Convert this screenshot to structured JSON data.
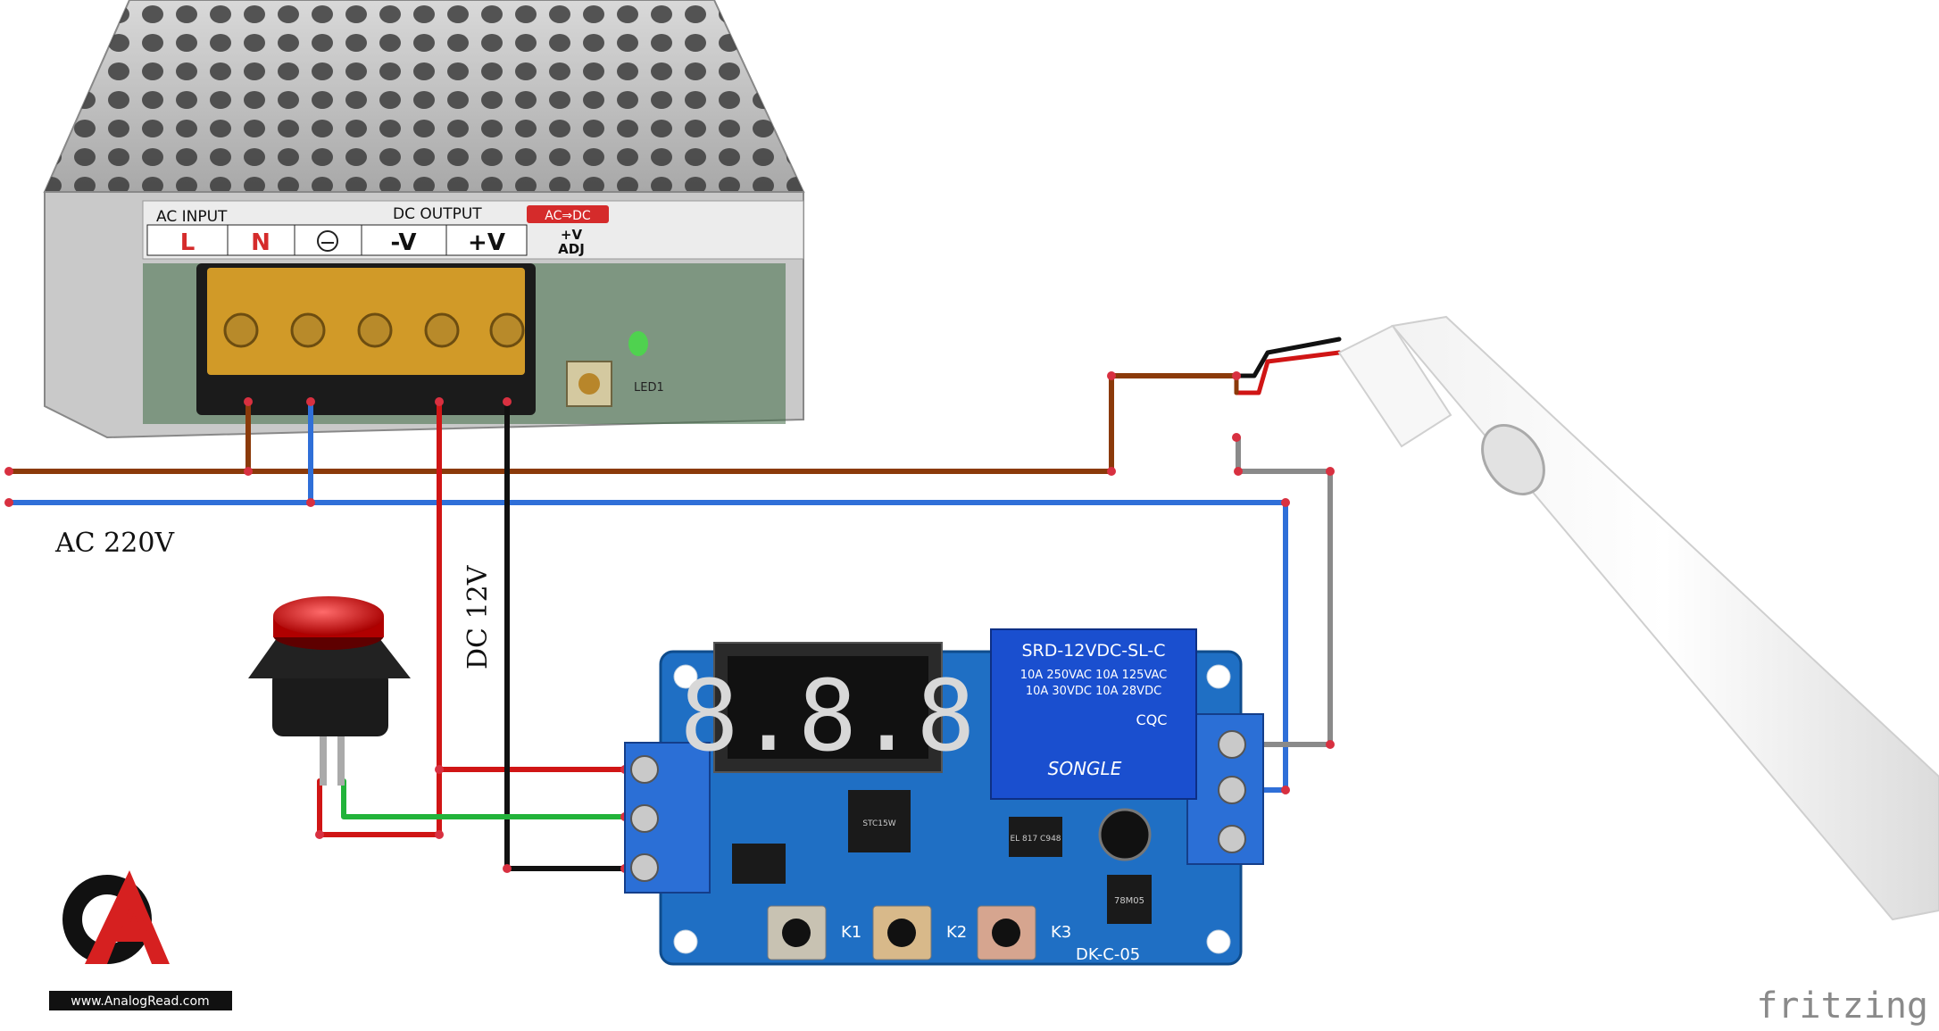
{
  "labels": {
    "ac_voltage": "AC 220V",
    "dc_voltage": "DC 12V",
    "watermark": "fritzing"
  },
  "psu": {
    "ac_input": "AC INPUT",
    "dc_output": "DC OUTPUT",
    "acdc_badge": "AC⇒DC",
    "terminal_l": "L",
    "terminal_n": "N",
    "terminal_minus_v": "-V",
    "terminal_plus_v": "+V",
    "adj_line1": "+V",
    "adj_line2": "ADJ",
    "led_label": "LED1"
  },
  "relay_module": {
    "display": "8.8.8",
    "relay_model": "SRD-12VDC-SL-C",
    "relay_spec1": "10A 250VAC  10A 125VAC",
    "relay_spec2": "10A 30VDC  10A 28VDC",
    "relay_brand": "SONGLE",
    "relay_cqc": "CQC",
    "key1": "K1",
    "key2": "K2",
    "key3": "K3",
    "board_name": "DK-C-05",
    "ic_text": "STC15W",
    "opto_text": "EL 817 C948",
    "reg_text": "78M05"
  },
  "logo": {
    "letter": "A",
    "url": "www.AnalogRead.com"
  },
  "colors": {
    "wire_brown": "#8B3A0A",
    "wire_blue": "#2F6FD8",
    "wire_red": "#D01515",
    "wire_black": "#111111",
    "wire_green": "#22B33A",
    "wire_gray": "#8A8A8A",
    "board_blue": "#1F6FC4",
    "terminal_blue": "#2B6FD6",
    "node_red": "#D83040"
  }
}
